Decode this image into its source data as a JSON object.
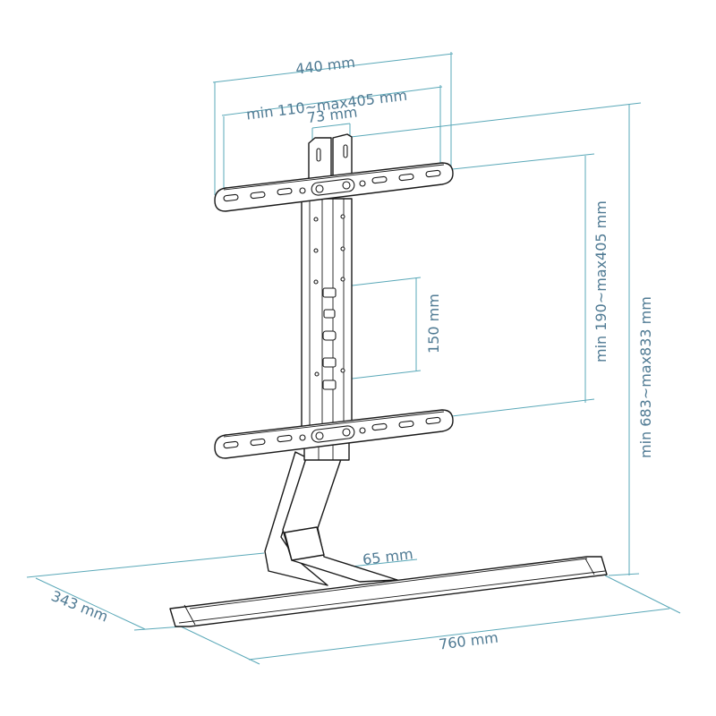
{
  "diagram": {
    "subject": "TV table-top stand mounting bracket",
    "colors": {
      "dimension_line": "#5aa8b8",
      "label_text": "#4f7a93",
      "part_outline": "#1a1a1a",
      "background": "#ffffff"
    },
    "dimensions": {
      "bracket_total_width": "440 mm",
      "vesa_horizontal_range": "min 110~max405 mm",
      "column_width": "73 mm",
      "vesa_vertical_range": "min 190~max405 mm",
      "column_adjust_step": "150 mm",
      "overall_height_range": "min 683~max833 mm",
      "neck_depth": "65 mm",
      "base_depth": "343 mm",
      "base_width": "760 mm"
    }
  }
}
